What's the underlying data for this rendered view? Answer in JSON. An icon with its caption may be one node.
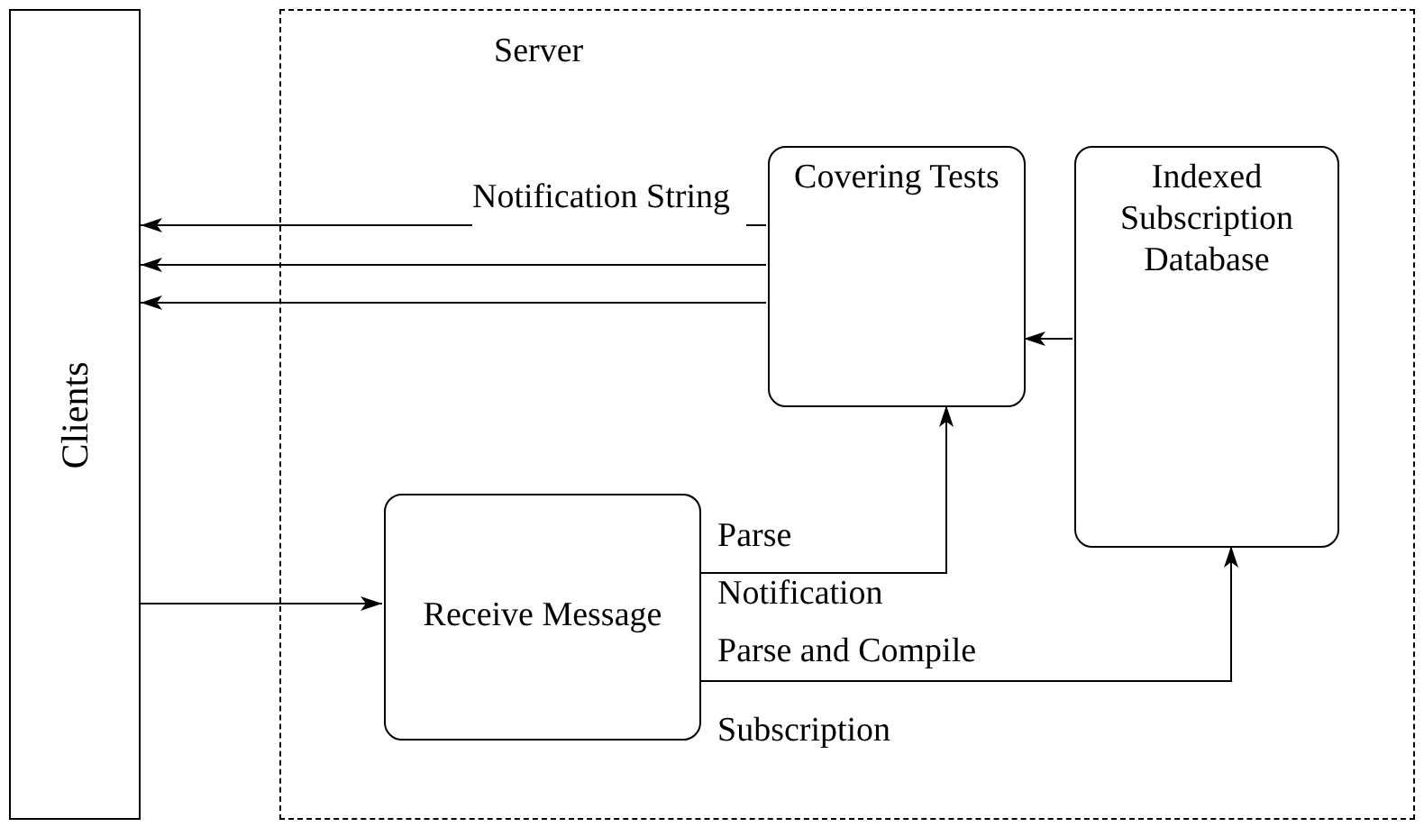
{
  "diagram": {
    "nodes": [
      {
        "text": [
          "Clients"
        ]
      },
      {
        "text": [
          "Server"
        ]
      },
      {
        "text": [
          "Covering Tests"
        ],
        "in": 1
      },
      {
        "text": [
          "Indexed Subscription Database"
        ],
        "in": 1
      },
      {
        "text": [
          "Receive Message"
        ],
        "in": 1
      }
    ],
    "edges": [
      {
        "from": 2,
        "to": 0,
        "arrow": "to",
        "label": "Notification String"
      },
      {
        "from": 2,
        "to": 0,
        "arrow": "to"
      },
      {
        "from": 2,
        "to": 0,
        "arrow": "to"
      },
      {
        "from": 3,
        "to": 2,
        "arrow": "to"
      },
      {
        "from": 0,
        "to": 4,
        "arrow": "to"
      },
      {
        "from": 4,
        "to": 2,
        "arrow": "to",
        "label": "Parse Notification"
      },
      {
        "from": 4,
        "to": 3,
        "arrow": "to",
        "label": "Parse and Compile Subscription"
      }
    ]
  }
}
